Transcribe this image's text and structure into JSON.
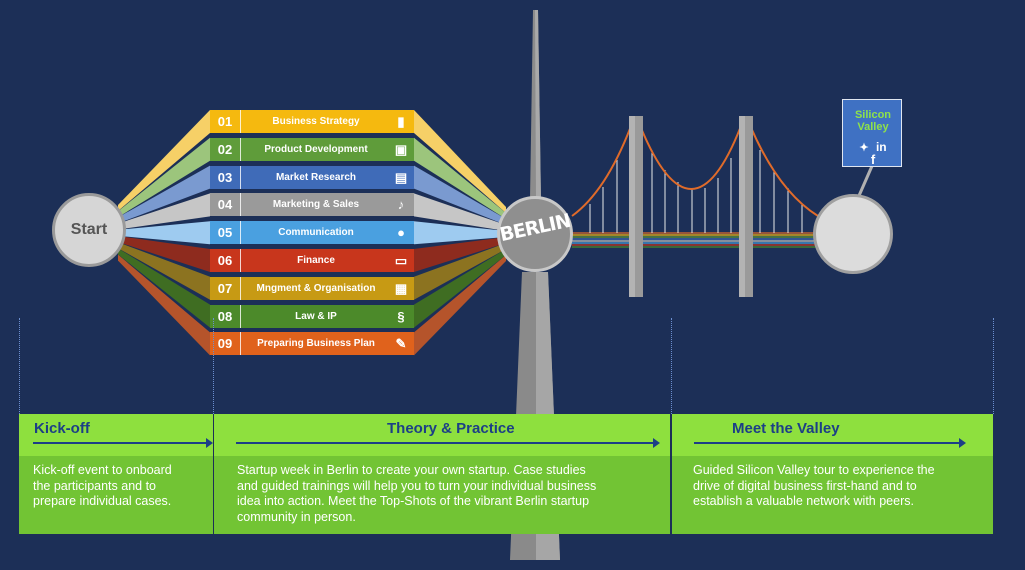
{
  "start_label": "Start",
  "city_label": "BERLIN",
  "modules": [
    {
      "num": "01",
      "label": "Business Strategy",
      "icon": "bar-chart-icon",
      "glyph": "▮",
      "color": "#f5b90f",
      "fan": "#f6d067"
    },
    {
      "num": "02",
      "label": "Product Development",
      "icon": "gift-icon",
      "glyph": "▣",
      "color": "#5f9c3a",
      "fan": "#9cc57c"
    },
    {
      "num": "03",
      "label": "Market Research",
      "icon": "chart-search-icon",
      "glyph": "▤",
      "color": "#3f6bb8",
      "fan": "#7a9ad0"
    },
    {
      "num": "04",
      "label": "Marketing & Sales",
      "icon": "bell-icon",
      "glyph": "♪",
      "color": "#9a9a9a",
      "fan": "#c6c6c6"
    },
    {
      "num": "05",
      "label": "Communication",
      "icon": "speech-bubble-icon",
      "glyph": "●",
      "color": "#4aa0e0",
      "fan": "#9ecbf0"
    },
    {
      "num": "06",
      "label": "Finance",
      "icon": "wallet-icon",
      "glyph": "▭",
      "color": "#c8361c",
      "fan": "#8e2b1e"
    },
    {
      "num": "07",
      "label": "Mngment & Organisation",
      "icon": "calendar-icon",
      "glyph": "▦",
      "color": "#c79a14",
      "fan": "#8c7320"
    },
    {
      "num": "08",
      "label": "Law & IP",
      "icon": "section-sign-icon",
      "glyph": "§",
      "color": "#4c8a2a",
      "fan": "#3f6d22"
    },
    {
      "num": "09",
      "label": "Preparing Business Plan",
      "icon": "pencil-icon",
      "glyph": "✎",
      "color": "#e0621c",
      "fan": "#b5542b"
    }
  ],
  "sign": {
    "title_line1": "Silicon",
    "title_line2": "Valley",
    "twitter_icon": "twitter-icon",
    "facebook_glyph": "f",
    "linkedin_glyph": "in",
    "color": "#3f71c3"
  },
  "phases": [
    {
      "title": "Kick-off",
      "text_lines": [
        "Kick-off event to onboard",
        "the participants and to",
        "prepare individual cases."
      ]
    },
    {
      "title": "Theory & Practice",
      "text_lines": [
        "Startup week in Berlin to create your own startup. Case studies",
        "and guided trainings will help you to turn your individual business",
        "idea into action. Meet the Top-Shots of the vibrant Berlin startup",
        "community in person."
      ]
    },
    {
      "title": "Meet the Valley",
      "text_lines": [
        "Guided Silicon Valley tour to experience the",
        "drive of digital business first-hand and to",
        "establish a valuable network with peers."
      ]
    }
  ],
  "colors": {
    "background": "#1c2f57",
    "phase_body": "#72c434",
    "phase_header": "#8ee03e",
    "heading_text": "#1c3f86",
    "bridge_cable": "#e06b2a",
    "tower": "#8c8c8c"
  }
}
